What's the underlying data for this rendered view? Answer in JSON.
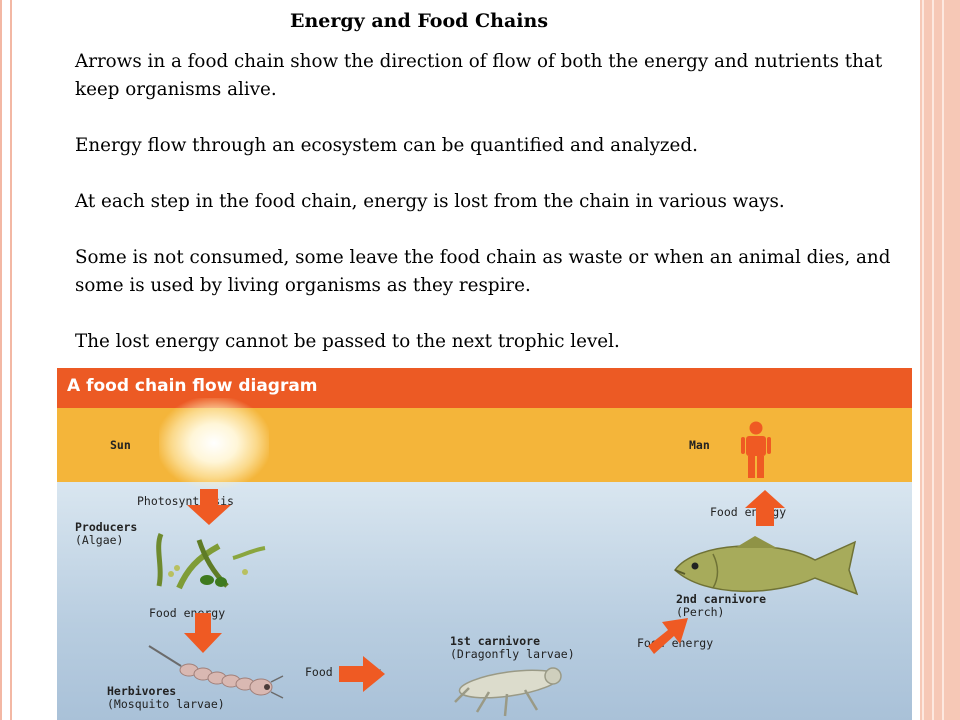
{
  "slide": {
    "title": "Energy and Food Chains",
    "paragraphs": [
      "Arrows in a food chain show the direction of flow of both the energy and nutrients that keep organisms alive.",
      "Energy flow through an ecosystem can be quantified and analyzed.",
      "At each step in the food chain, energy is lost from the chain in various ways.",
      "Some is not consumed, some leave the food chain as waste or when an animal dies, and some is used by living organisms as they respire.",
      "The lost energy cannot be passed to the next trophic level."
    ]
  },
  "diagram": {
    "header": "A food chain flow diagram",
    "colors": {
      "header": "#ec5a24",
      "sky": "#f4b53a",
      "water": "#c4d6e6",
      "arrow": "#ef5a23"
    },
    "labels": {
      "sun": "Sun",
      "man": "Man",
      "photosynthesis": "Photosynthesis",
      "producers": "Producers",
      "producers_sub": "(Algae)",
      "food_energy_1": "Food energy",
      "herbivores": "Herbivores",
      "herbivores_sub": "(Mosquito larvae)",
      "food_energy_2": "Food energy",
      "first_carnivore": "1st carnivore",
      "first_carnivore_sub": "(Dragonfly larvae)",
      "food_energy_3": "Food energy",
      "second_carnivore": "2nd carnivore",
      "second_carnivore_sub": "(Perch)",
      "food_energy_4": "Food energy"
    },
    "icons": [
      "sun-glow",
      "person-icon",
      "algae-icon",
      "mosquito-larva-icon",
      "dragonfly-larva-icon",
      "perch-fish-icon"
    ]
  }
}
